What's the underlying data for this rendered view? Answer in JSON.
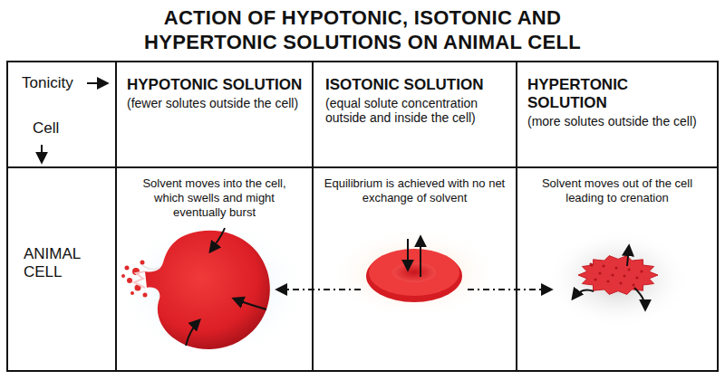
{
  "diagram": {
    "title": "ACTION OF HYPOTONIC, ISOTONIC AND HYPERTONIC SOLUTIONS ON ANIMAL CELL",
    "nodes": [
      {
        "text": [
          "Tonicity",
          "Cell"
        ]
      },
      {
        "text": [
          "HYPOTONIC SOLUTION",
          "(fewer solutes outside the cell)"
        ]
      },
      {
        "text": [
          "ISOTONIC SOLUTION",
          "(equal solute concentration outside and inside the cell)"
        ]
      },
      {
        "text": [
          "HYPERTONIC SOLUTION",
          "(more solutes outside the cell)"
        ]
      },
      {
        "text": [
          "ANIMAL CELL"
        ]
      },
      {
        "text": [
          "Solvent moves into the cell, which swells and might eventually burst"
        ]
      },
      {
        "text": [
          "Equilibrium is achieved with no net exchange of solvent"
        ]
      },
      {
        "text": [
          "Solvent moves out of the cell leading to crenation"
        ]
      }
    ]
  }
}
